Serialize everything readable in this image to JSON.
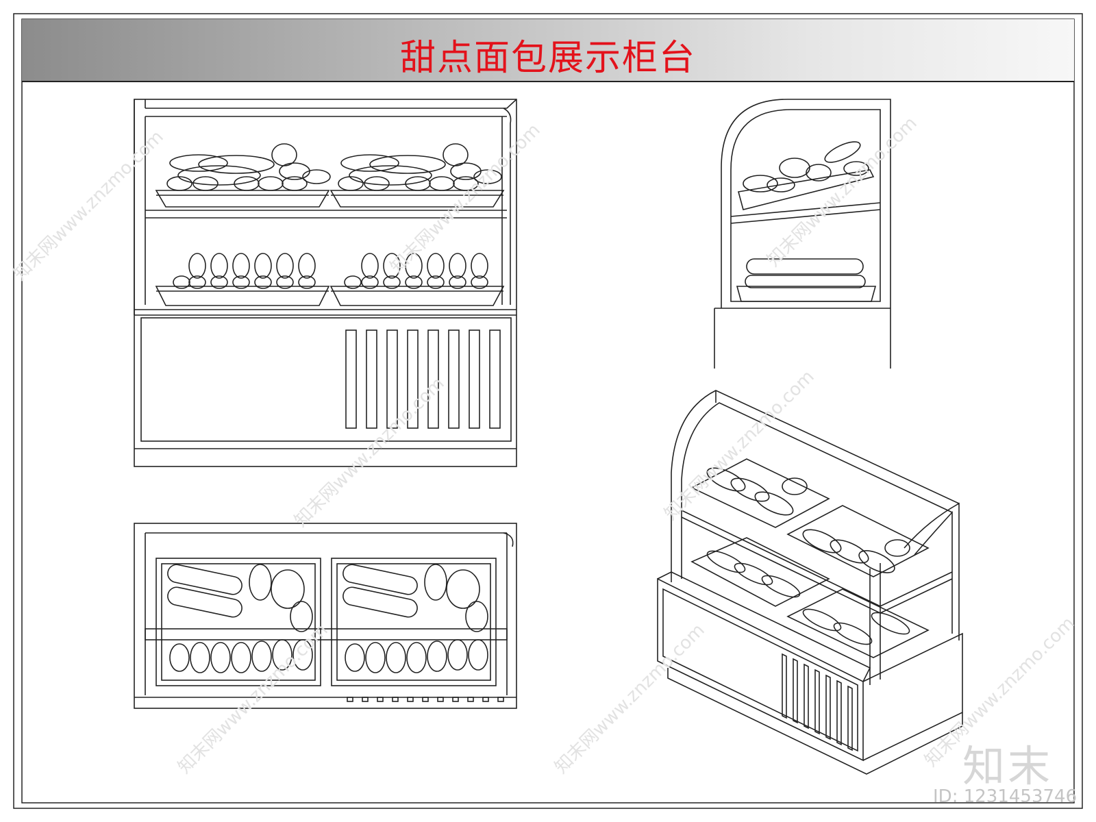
{
  "title": "甜点面包展示柜台",
  "brand": "知末",
  "id_label": "ID: 1231453746",
  "watermark": "知末网www.znzmo.com",
  "colors": {
    "title": "#e3121b",
    "line": "#222222",
    "watermark": "#e2e2e2"
  }
}
